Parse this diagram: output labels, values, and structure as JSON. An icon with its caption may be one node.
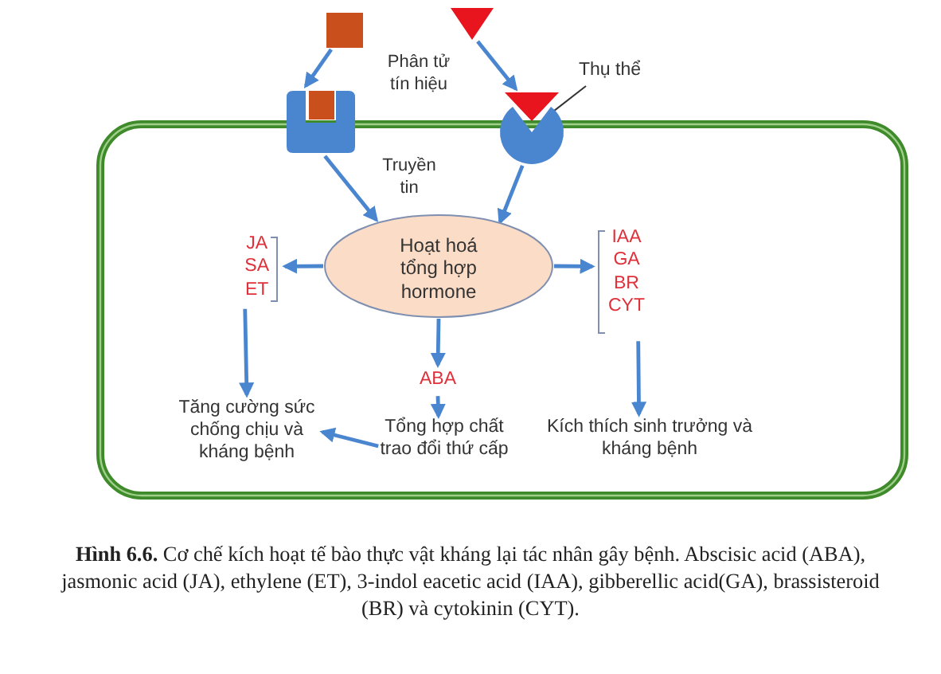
{
  "diagram": {
    "caption": "**Hình 6.6.** Cơ chế kích hoạt tế bào thực vật kháng lại tác nhân gây bệnh. Abscisic acid (ABA), jasmonic acid (JA), ethylene (ET), 3-indol eacetic acid (IAA), gibberellic acid(GA), brassisteroid (BR) và cytokinin (CYT).",
    "nodes": [
      {
        "text": [],
        "shape": "box"
      },
      {
        "text": [],
        "shape": "triangle"
      },
      {
        "text": [
          "Thụ thể"
        ]
      },
      {
        "text": [],
        "shape": "picture"
      },
      {
        "text": [],
        "shape": "picture"
      },
      {
        "text": [
          "Hoạt hoá tổng hợp hormone"
        ]
      },
      {
        "text": [
          "JA",
          "SA",
          "ET"
        ]
      },
      {
        "text": [
          "IAA",
          "GA",
          "BR",
          "CYT"
        ]
      },
      {
        "text": [
          "ABA"
        ]
      },
      {
        "text": [
          "Tăng cường sức chống chịu và kháng bệnh"
        ]
      },
      {
        "text": [
          "Tổng hợp chất trao đổi thứ cấp"
        ]
      },
      {
        "text": [
          "Kích thích sinh trưởng và kháng bệnh"
        ]
      }
    ],
    "edges": [
      {
        "from": 0,
        "to": 3,
        "arrow": "to"
      },
      {
        "from": 1,
        "to": 4,
        "arrow": "to"
      },
      {
        "from": 2,
        "to": 4,
        "arrow": "none",
        "color": "#333333"
      },
      {
        "from": 3,
        "to": 5,
        "arrow": "to"
      },
      {
        "from": 4,
        "to": 5,
        "arrow": "to"
      },
      {
        "from": 5,
        "to": 6,
        "arrow": "to"
      },
      {
        "from": 5,
        "to": 7,
        "arrow": "to"
      },
      {
        "from": 5,
        "to": 8,
        "arrow": "to"
      },
      {
        "from": 8,
        "to": 10,
        "arrow": "to"
      },
      {
        "from": 10,
        "to": 9,
        "arrow": "to"
      },
      {
        "from": 6,
        "to": 9,
        "arrow": "to"
      },
      {
        "from": 7,
        "to": 11,
        "arrow": "to"
      }
    ],
    "labels": [
      "Phân tử tín hiệu",
      "Truyền tin"
    ]
  }
}
